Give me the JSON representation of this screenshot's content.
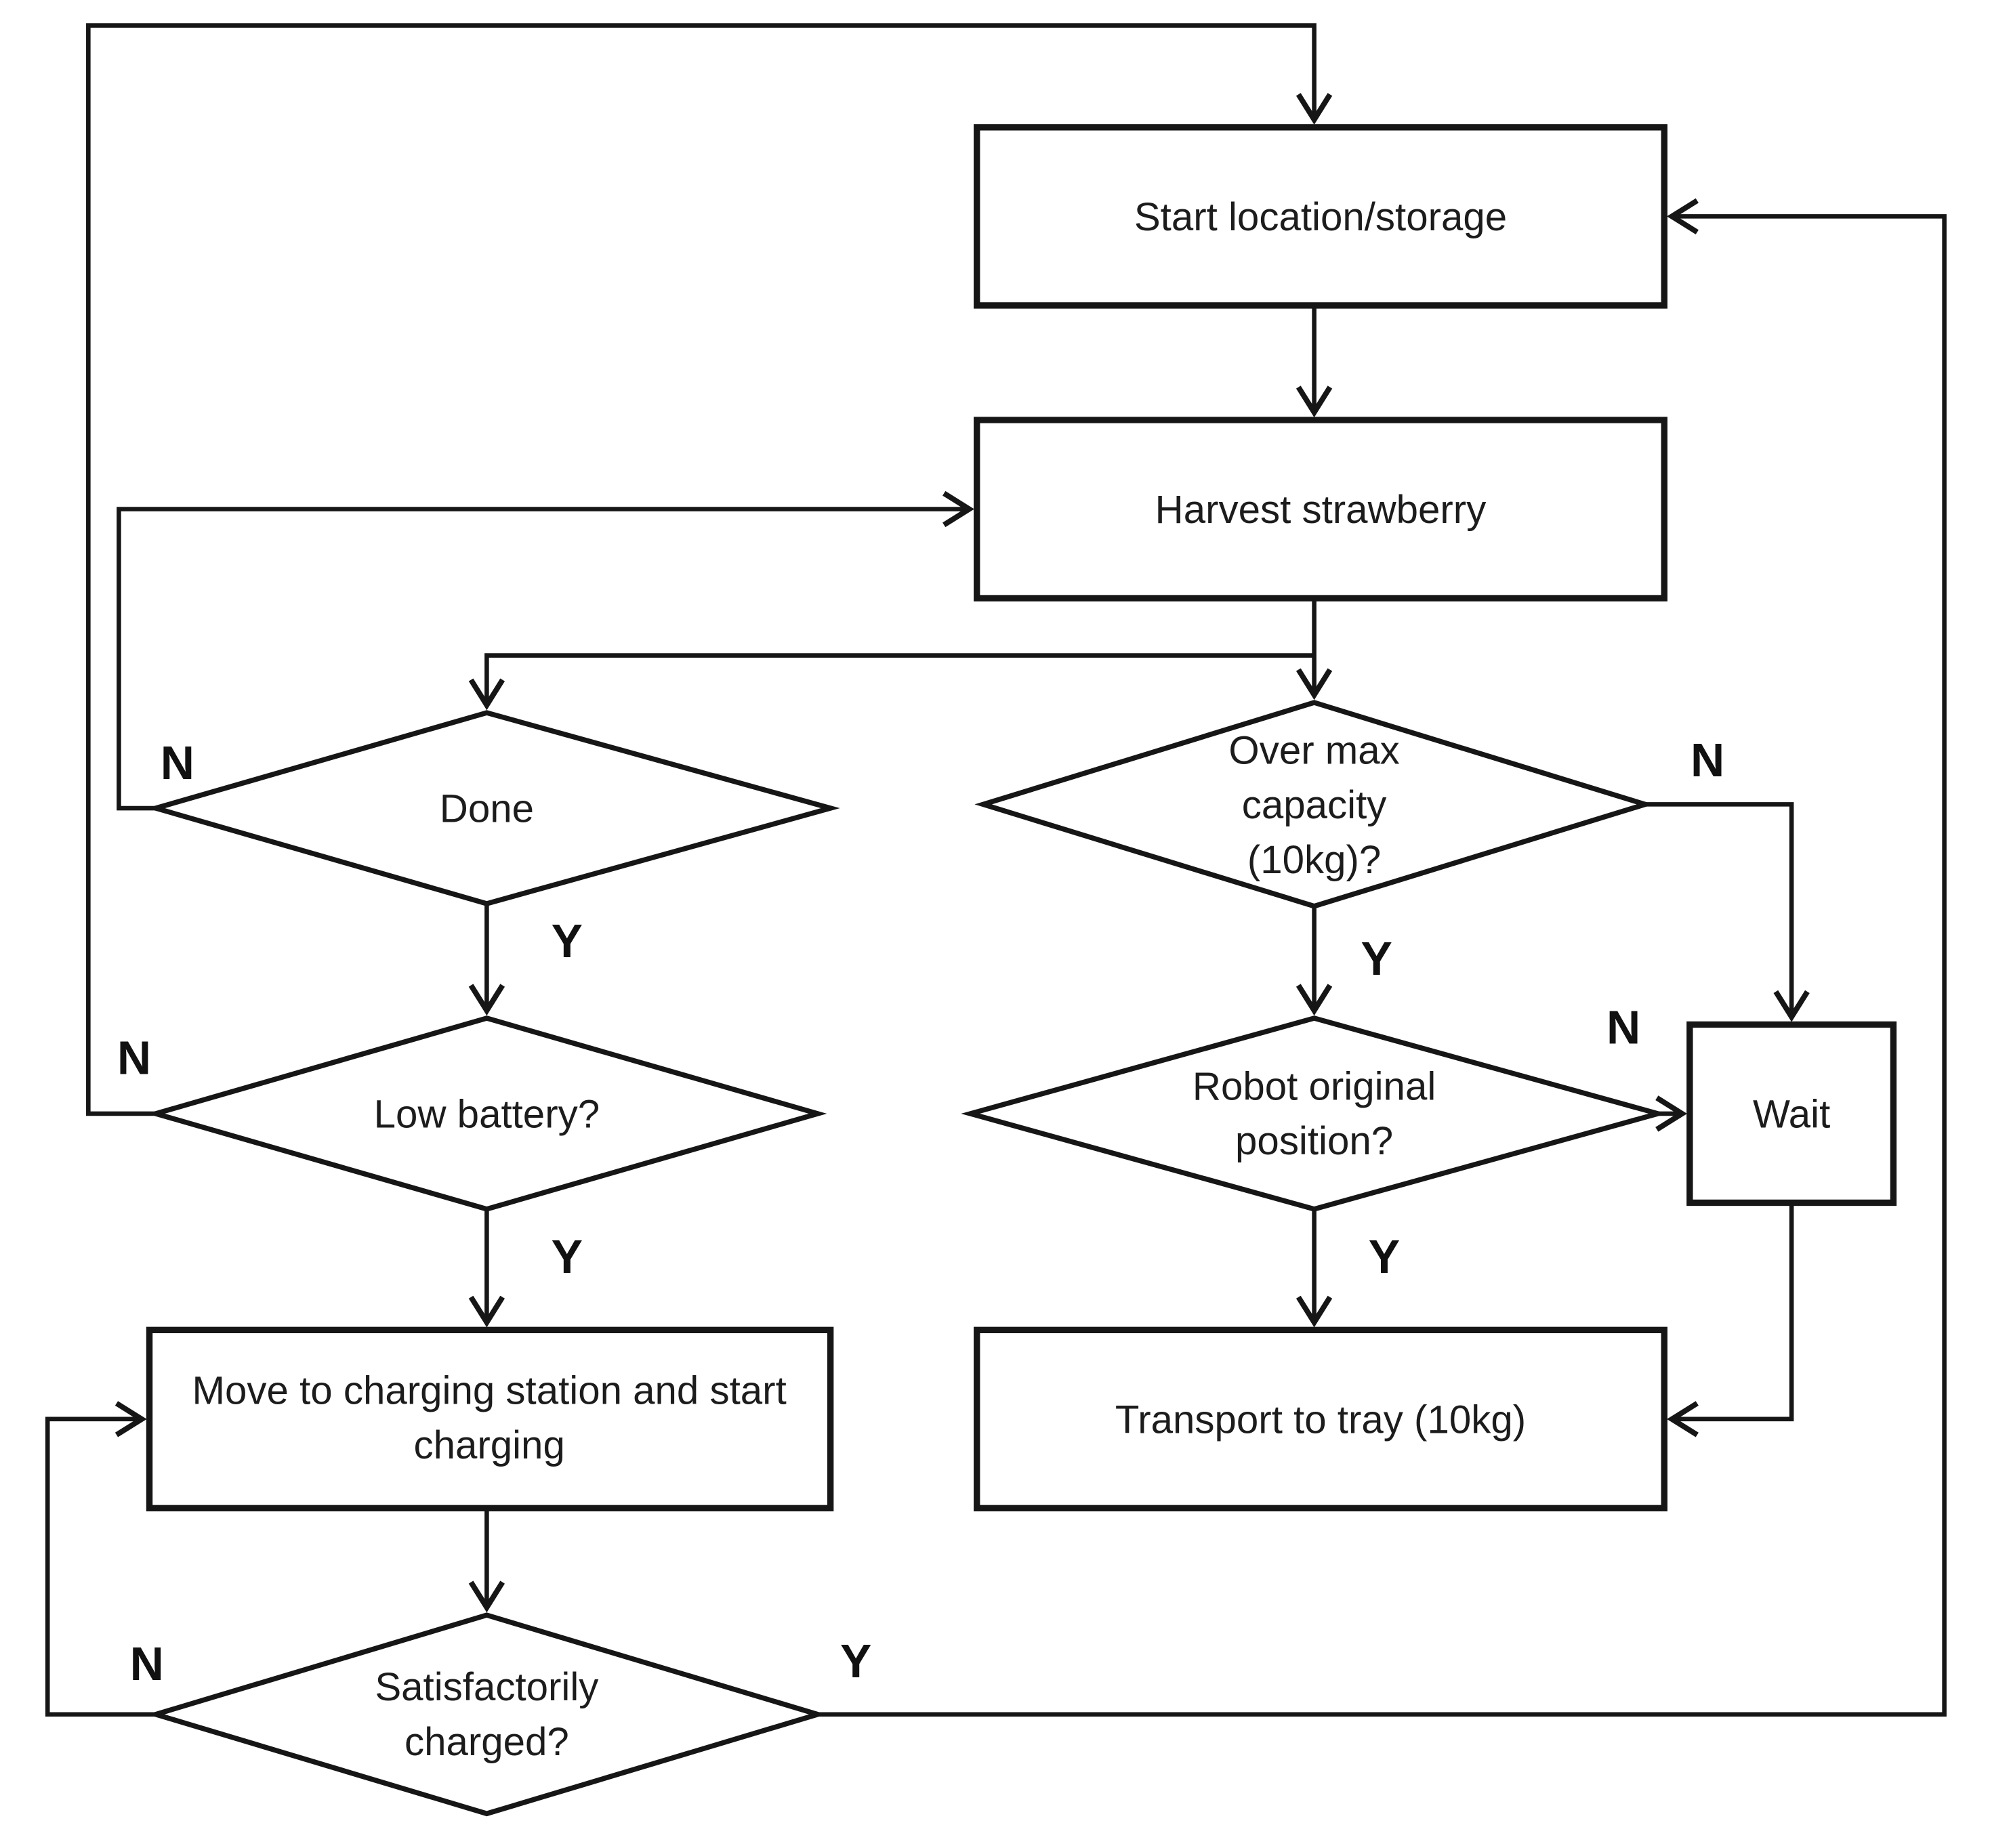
{
  "diagram": {
    "description": "Flowchart of a strawberry harvesting robot control loop",
    "colors": {
      "background": "#ffffff",
      "line": "#161616",
      "text": "#1c1c1c"
    },
    "nodes": {
      "start": {
        "type": "process",
        "label": "Start location/storage"
      },
      "harvest": {
        "type": "process",
        "label": "Harvest strawberry"
      },
      "done": {
        "type": "decision",
        "label": "Done"
      },
      "over_capacity": {
        "type": "decision",
        "lines": [
          "Over max",
          "capacity",
          "(10kg)?"
        ]
      },
      "low_battery": {
        "type": "decision",
        "label": "Low battery?"
      },
      "robot_position": {
        "type": "decision",
        "lines": [
          "Robot original",
          "position?"
        ]
      },
      "wait": {
        "type": "process",
        "label": "Wait"
      },
      "charge": {
        "type": "process",
        "lines": [
          "Move to charging station and start",
          "charging"
        ]
      },
      "transport": {
        "type": "process",
        "label": "Transport to tray (10kg)"
      },
      "charged": {
        "type": "decision",
        "lines": [
          "Satisfactorily",
          "charged?"
        ]
      }
    },
    "edge_labels": {
      "done_no": "N",
      "done_yes": "Y",
      "low_battery_no": "N",
      "low_battery_yes": "Y",
      "over_capacity_no": "N",
      "over_capacity_yes": "Y",
      "robot_position_no": "N",
      "robot_position_yes": "Y",
      "charged_no": "N",
      "charged_yes": "Y"
    },
    "connections": [
      {
        "from": "start",
        "to": "harvest",
        "label": ""
      },
      {
        "from": "harvest",
        "to": "done",
        "label": ""
      },
      {
        "from": "harvest",
        "to": "over_capacity",
        "label": ""
      },
      {
        "from": "done",
        "to": "harvest",
        "label": "N"
      },
      {
        "from": "done",
        "to": "low_battery",
        "label": "Y"
      },
      {
        "from": "low_battery",
        "to": "start",
        "label": "N"
      },
      {
        "from": "low_battery",
        "to": "charge",
        "label": "Y"
      },
      {
        "from": "charge",
        "to": "charged",
        "label": ""
      },
      {
        "from": "charged",
        "to": "charge",
        "label": "N"
      },
      {
        "from": "charged",
        "to": "start",
        "label": "Y"
      },
      {
        "from": "over_capacity",
        "to": "wait",
        "label": "N"
      },
      {
        "from": "over_capacity",
        "to": "robot_position",
        "label": "Y"
      },
      {
        "from": "robot_position",
        "to": "wait",
        "label": "N"
      },
      {
        "from": "robot_position",
        "to": "transport",
        "label": "Y"
      },
      {
        "from": "wait",
        "to": "transport",
        "label": ""
      }
    ]
  }
}
